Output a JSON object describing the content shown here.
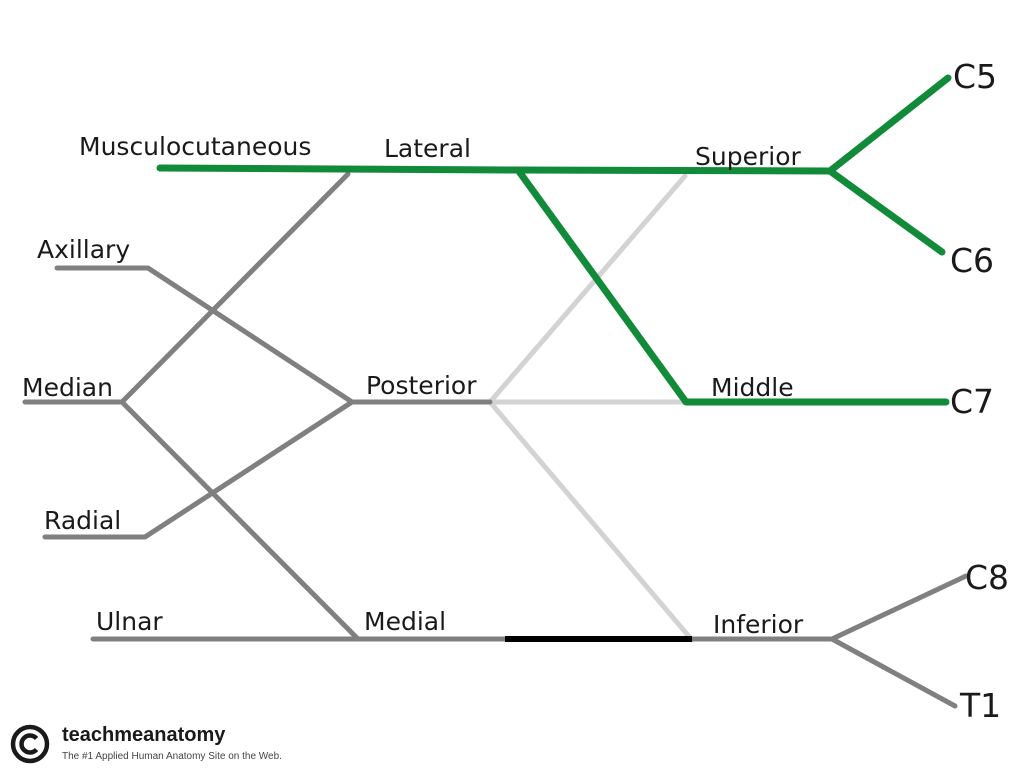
{
  "colors": {
    "green": "#118a3a",
    "gray": "#808080",
    "light_gray": "#d3d3d3",
    "black": "#000000",
    "text": "#1a1a1a"
  },
  "roots": {
    "c5": "C5",
    "c6": "C6",
    "c7": "C7",
    "c8": "C8",
    "t1": "T1"
  },
  "trunks": {
    "superior": "Superior",
    "middle": "Middle",
    "inferior": "Inferior"
  },
  "cords": {
    "lateral": "Lateral",
    "posterior": "Posterior",
    "medial": "Medial"
  },
  "branches": {
    "musculocutaneous": "Musculocutaneous",
    "axillary": "Axillary",
    "median": "Median",
    "radial": "Radial",
    "ulnar": "Ulnar"
  },
  "brand": {
    "icon": "copyright-icon",
    "name": "teachmeanatomy",
    "tagline": "The #1 Applied Human Anatomy Site on the Web."
  }
}
